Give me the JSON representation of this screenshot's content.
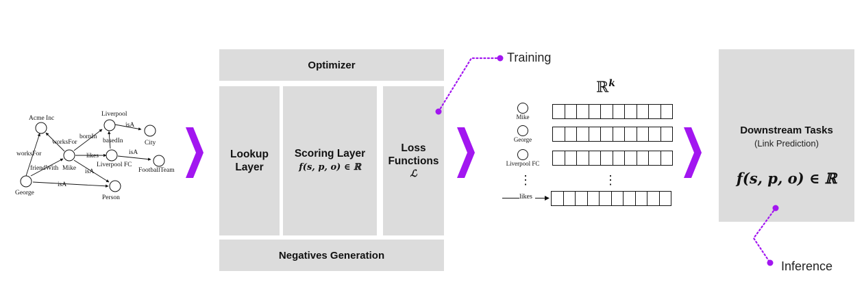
{
  "knowledge_graph": {
    "nodes": {
      "acme": "Acme  Inc",
      "liverpool": "Liverpool",
      "city": "City",
      "mike": "Mike",
      "liverpool_fc": "Liverpool FC",
      "football_team": "FootballTeam",
      "george": "George",
      "person": "Person"
    },
    "edges": {
      "works_for_1": "worksFor",
      "works_for_2": "worksFor",
      "born_in": "bornIn",
      "is_a_1": "isA",
      "based_in": "basedIn",
      "likes": "likes",
      "is_a_2": "isA",
      "friend_with": "friendWith",
      "is_a_3": "isA",
      "is_a_4": "isA"
    }
  },
  "model": {
    "optimizer": "Optimizer",
    "lookup_line1": "Lookup",
    "lookup_line2": "Layer",
    "scoring_title": "Scoring Layer",
    "scoring_formula": "f(s, p, o) ∈ ℝ",
    "loss_line1": "Loss",
    "loss_line2": "Functions",
    "loss_symbol": "ℒ",
    "negatives": "Negatives Generation"
  },
  "training_label": "Training",
  "embeddings": {
    "space_symbol": "ℝ",
    "space_exp": "k",
    "rows": [
      "Mike",
      "George",
      "Liverpool FC"
    ],
    "relation": "likes",
    "ellipsis": "⋮"
  },
  "downstream": {
    "title": "Downstream Tasks",
    "subtitle": "(Link Prediction)",
    "formula": "f(s, p, o) ∈ ℝ"
  },
  "inference_label": "Inference",
  "colors": {
    "accent": "#a216f0",
    "box": "#dcdcdc"
  }
}
